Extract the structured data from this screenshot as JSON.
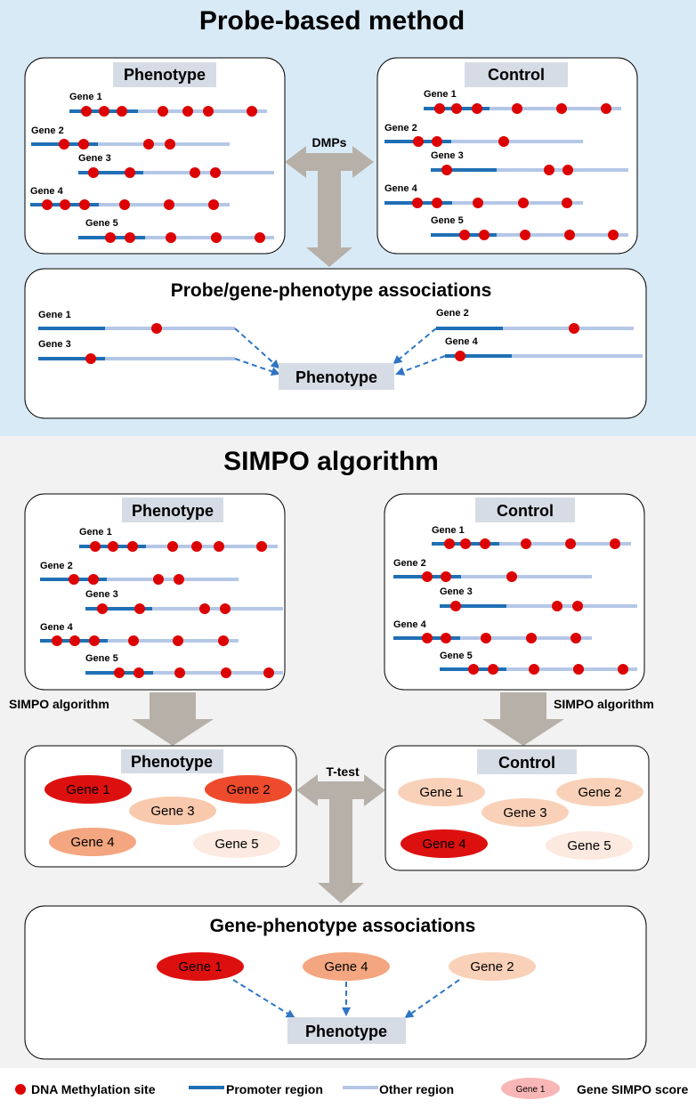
{
  "top": {
    "title": "Probe-based method",
    "phenotype_label": "Phenotype",
    "control_label": "Control",
    "dmps_label": "DMPs",
    "assoc_title": "Probe/gene-phenotype  associations",
    "assoc_phenotype": "Phenotype",
    "genes": [
      "Gene 1",
      "Gene 2",
      "Gene 3",
      "Gene 4",
      "Gene 5"
    ],
    "assoc_left_genes": [
      "Gene 1",
      "Gene 3"
    ],
    "assoc_right_genes": [
      "Gene 2",
      "Gene 4"
    ]
  },
  "bottom": {
    "title": "SIMPO algorithm",
    "phenotype_label": "Phenotype",
    "control_label": "Control",
    "simpo_left": "SIMPO algorithm",
    "simpo_right": "SIMPO algorithm",
    "ttest_label": "T-test",
    "genes": [
      "Gene 1",
      "Gene 2",
      "Gene 3",
      "Gene 4",
      "Gene 5"
    ],
    "score_phenotype_label": "Phenotype",
    "score_control_label": "Control",
    "phenotype_scores": [
      {
        "label": "Gene 1",
        "color": "#dd1010"
      },
      {
        "label": "Gene 2",
        "color": "#ee4a2c"
      },
      {
        "label": "Gene 3",
        "color": "#f8c9ad"
      },
      {
        "label": "Gene 4",
        "color": "#f3a680"
      },
      {
        "label": "Gene 5",
        "color": "#fce9df"
      }
    ],
    "control_scores": [
      {
        "label": "Gene 1",
        "color": "#f9d1b8"
      },
      {
        "label": "Gene 2",
        "color": "#f9d1b8"
      },
      {
        "label": "Gene 3",
        "color": "#f9d1b8"
      },
      {
        "label": "Gene 4",
        "color": "#dd1010"
      },
      {
        "label": "Gene 5",
        "color": "#fce9df"
      }
    ],
    "assoc_title": "Gene-phenotype associations",
    "assoc_genes": [
      {
        "label": "Gene 1",
        "color": "#dd1010"
      },
      {
        "label": "Gene 4",
        "color": "#f3a680"
      },
      {
        "label": "Gene 2",
        "color": "#f9d1b8"
      }
    ],
    "assoc_phenotype": "Phenotype"
  },
  "legend": {
    "methylation": "DNA Methylation site",
    "promoter": "Promoter region",
    "other": "Other region",
    "oval_sample": "Gene 1",
    "score": "Gene SIMPO score"
  },
  "colors": {
    "top_background": "#d9eaf7",
    "bottom_background": "#f2f2f2",
    "methylation_dot": "#dd0000",
    "promoter": "#1f6fb5",
    "other_region": "#b4c7e7",
    "label_box": "#d6dce5",
    "arrow": "#b7b0a8",
    "dashed_arrow": "#2e75c6"
  }
}
